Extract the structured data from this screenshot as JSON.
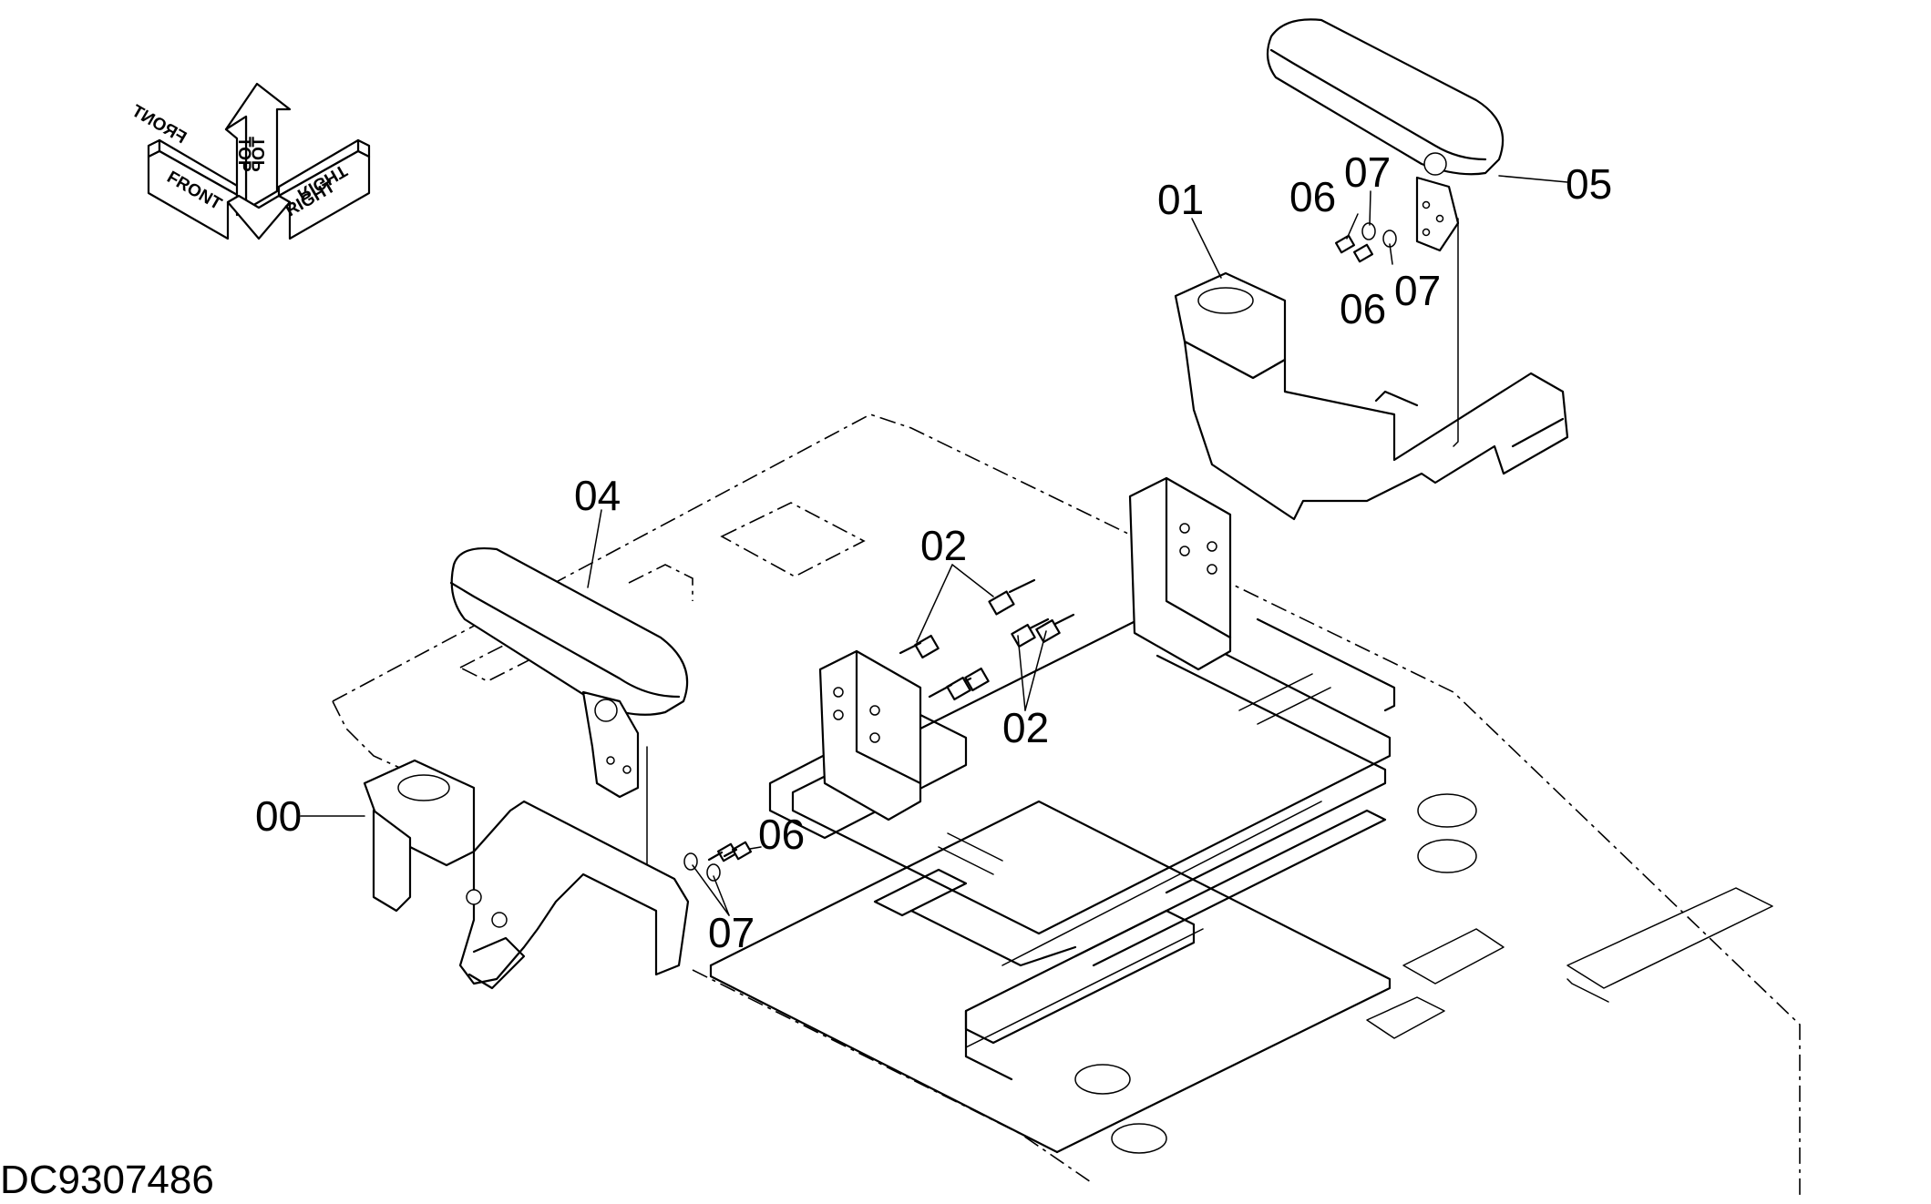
{
  "drawing_id": "DC9307486",
  "orientation_indicator": {
    "front": "FRONT",
    "top": "TOP",
    "right": "RIGHT"
  },
  "callouts": {
    "c00": "00",
    "c01": "01",
    "c02a": "02",
    "c02b": "02",
    "c04": "04",
    "c05": "05",
    "c06a": "06",
    "c06b": "06",
    "c06c": "06",
    "c07a": "07",
    "c07b": "07",
    "c07c": "07"
  }
}
